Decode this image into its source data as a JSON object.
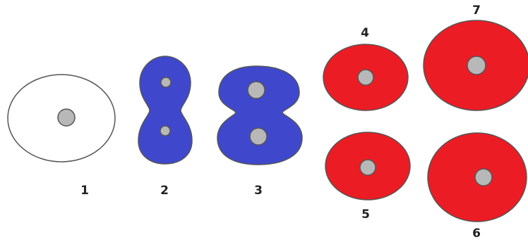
{
  "colors": {
    "empty_fill": "#ffffff",
    "blue_fill": "#3f48cc",
    "red_fill": "#ec1c24",
    "core_fill": "#b8b8b8",
    "outline": "#555555"
  },
  "shapes": [
    {
      "id": "1",
      "label": "1",
      "kind": "oval",
      "fill": "empty"
    },
    {
      "id": "2",
      "label": "2",
      "kind": "figure-eight",
      "fill": "blue"
    },
    {
      "id": "3",
      "label": "3",
      "kind": "figure-eight",
      "fill": "blue"
    },
    {
      "id": "4",
      "label": "4",
      "kind": "oval",
      "fill": "red"
    },
    {
      "id": "5",
      "label": "5",
      "kind": "oval",
      "fill": "red"
    },
    {
      "id": "6",
      "label": "6",
      "kind": "oval",
      "fill": "red"
    },
    {
      "id": "7",
      "label": "7",
      "kind": "oval",
      "fill": "red"
    }
  ]
}
